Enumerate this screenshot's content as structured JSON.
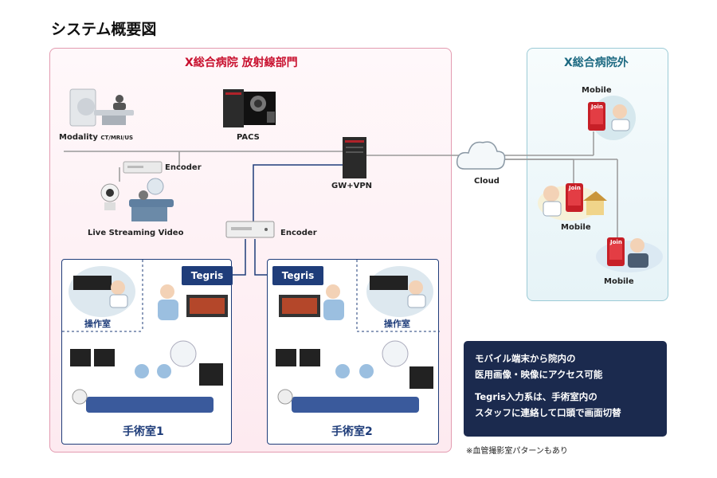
{
  "page_title": "システム概要図",
  "zone_inside": {
    "title": "X総合病院 放射線部門"
  },
  "zone_outside": {
    "title": "X総合病院外"
  },
  "devices": {
    "modality_label": "Modality",
    "modality_sub": "CT/MRI/US",
    "pacs_label": "PACS",
    "encoder_top_label": "Encoder",
    "encoder_mid_label": "Encoder",
    "live_streaming_label": "Live Streaming Video",
    "gateway_label": "GW+VPN",
    "cloud_label": "Cloud",
    "mobile_1_label": "Mobile",
    "mobile_2_label": "Mobile",
    "mobile_3_label": "Mobile",
    "join_label": "Join"
  },
  "operating_rooms": [
    {
      "title": "手術室1",
      "tegris_label": "Tegris",
      "control_room_label": "操作室"
    },
    {
      "title": "手術室2",
      "tegris_label": "Tegris",
      "control_room_label": "操作室"
    }
  ],
  "note_box": {
    "lines_group_1": [
      "モバイル端末から院内の",
      "医用画像・映像にアクセス可能"
    ],
    "lines_group_2": [
      "Tegris入力系は、手術室内の",
      "スタッフに連絡して口頭で画面切替"
    ]
  },
  "footnote": "※血管撮影室パターンもあり",
  "colors": {
    "inside_title": "#c8102e",
    "outside_title": "#1d6a82",
    "room_border": "#1f3d7a",
    "note_bg": "#1b2a4e",
    "wire_gray": "#999999",
    "wire_blue": "#1f3d7a"
  }
}
